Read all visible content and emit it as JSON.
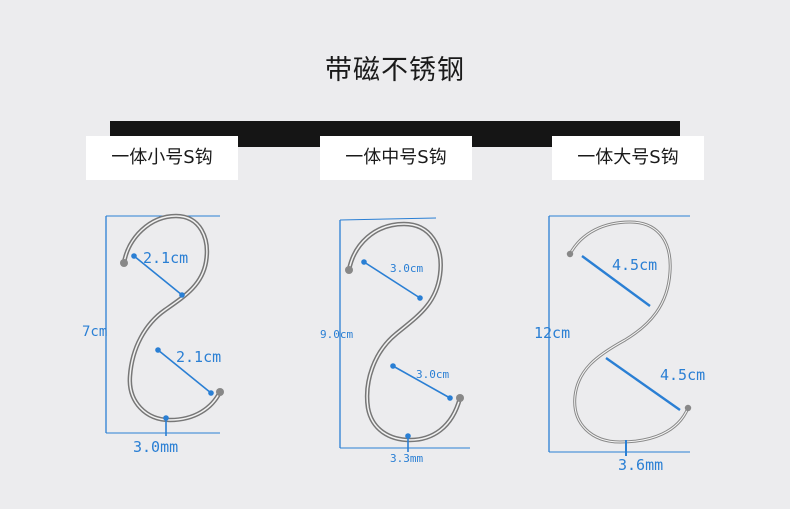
{
  "title": "带磁不锈钢",
  "hooks": [
    {
      "name": "一体小号S钩",
      "height": "7cm",
      "upper": "2.1cm",
      "lower": "2.1cm",
      "width": "3.0mm"
    },
    {
      "name": "一体中号S钩",
      "height": "9.0cm",
      "upper": "3.0cm",
      "lower": "3.0cm",
      "width": "3.3mm"
    },
    {
      "name": "一体大号S钩",
      "height": "12cm",
      "upper": "4.5cm",
      "lower": "4.5cm",
      "width": "3.6mm"
    }
  ],
  "colors": {
    "dimension": "#2a7fd4",
    "bar": "#151515",
    "background": "#ececee"
  }
}
